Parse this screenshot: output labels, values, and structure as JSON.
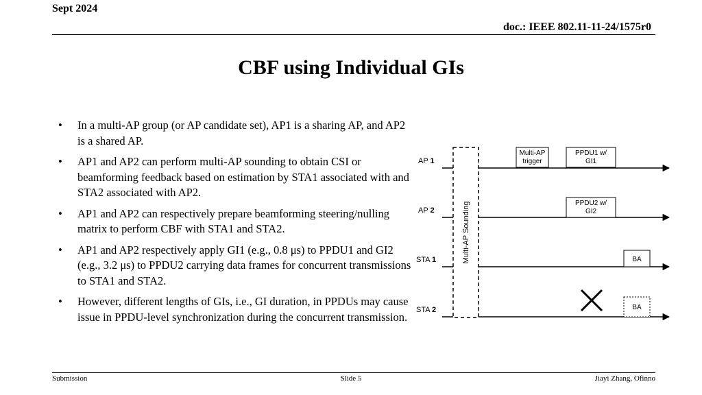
{
  "header": {
    "date": "Sept 2024",
    "doc_id": "doc.: IEEE 802.11-11-24/1575r0"
  },
  "title": "CBF using Individual GIs",
  "bullets": [
    "In a multi-AP group (or AP candidate set), AP1 is a sharing AP, and AP2 is a shared AP.",
    "AP1 and AP2 can perform multi-AP sounding to obtain CSI or beamforming feedback based on estimation by STA1 associated with and STA2 associated with AP2.",
    "AP1 and AP2 can respectively prepare beamforming steering/nulling matrix to perform CBF with STA1 and STA2.",
    "AP1 and AP2 respectively apply GI1 (e.g., 0.8 μs) to PPDU1 and GI2 (e.g., 3.2 μs) to PPDU2 carrying data frames for concurrent transmissions to STA1 and STA2.",
    "However, different lengths of GIs, i.e., GI duration, in PPDUs may cause issue in PPDU-level synchronization during the concurrent transmission."
  ],
  "bullet_glyph": "•",
  "diagram": {
    "lines": [
      {
        "prefix": "AP ",
        "num": "1"
      },
      {
        "prefix": "AP ",
        "num": "2"
      },
      {
        "prefix": "STA ",
        "num": "1"
      },
      {
        "prefix": "STA ",
        "num": "2"
      }
    ],
    "sounding_label": "Multi-AP Sounding",
    "trigger_label": [
      "Multi-AP",
      "trigger"
    ],
    "ppdu1_label": [
      "PPDU1 w/",
      "GI1"
    ],
    "ppdu2_label": [
      "PPDU2 w/",
      "GI2"
    ],
    "ba1_label": "BA",
    "ba2_label": "BA"
  },
  "footer": {
    "left": "Submission",
    "center": "Slide 5",
    "right": "Jiayi Zhang, Ofinno"
  }
}
